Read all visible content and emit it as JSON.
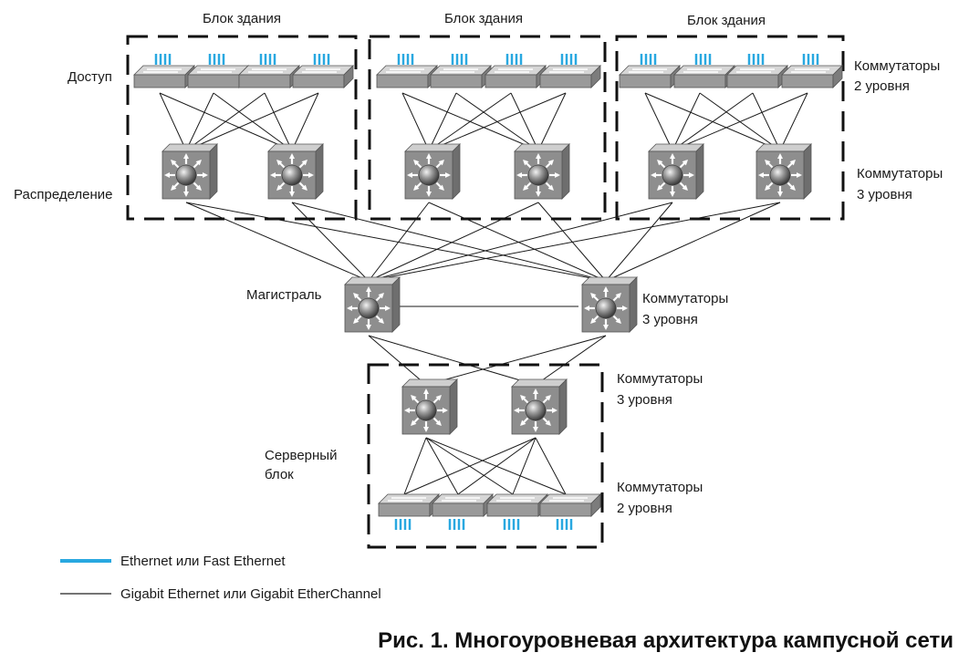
{
  "labels": {
    "building_block_1": "Блок здания",
    "building_block_2": "Блок здания",
    "building_block_3": "Блок здания",
    "access": "Доступ",
    "distribution": "Распределение",
    "backbone": "Магистраль",
    "server_block_line1": "Серверный",
    "server_block_line2": "блок",
    "l2_top_line1": "Коммутаторы",
    "l2_top_line2": "2 уровня",
    "l3_dist_line1": "Коммутаторы",
    "l3_dist_line2": "3 уровня",
    "l3_core_line1": "Коммутаторы",
    "l3_core_line2": "3 уровня",
    "l3_server_line1": "Коммутаторы",
    "l3_server_line2": "3 уровня",
    "l2_server_line1": "Коммутаторы",
    "l2_server_line2": "2 уровня"
  },
  "legend": {
    "ethernet": "Ethernet или Fast Ethernet",
    "gigabit": "Gigabit Ethernet или Gigabit EtherChannel",
    "ethernet_color": "#29a8e0",
    "gigabit_color": "#222222"
  },
  "caption": "Рис. 1. Многоуровневая архитектура кампусной сети"
}
